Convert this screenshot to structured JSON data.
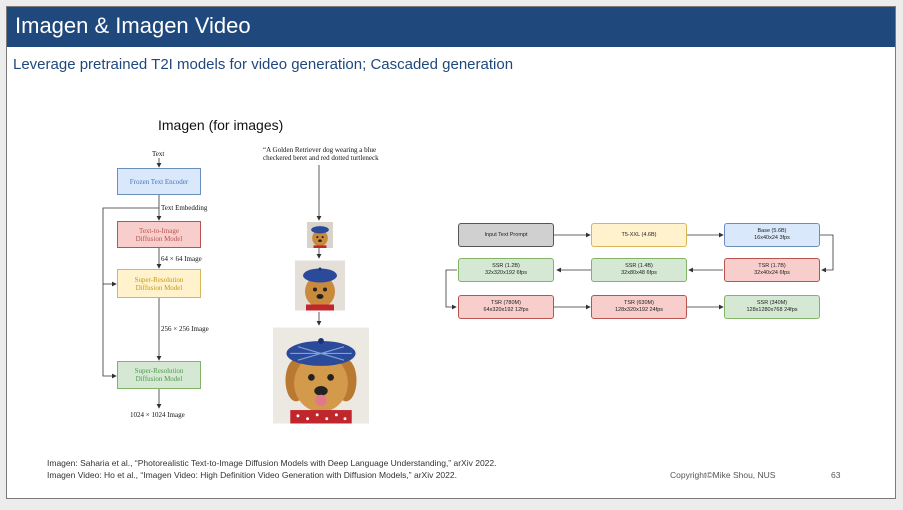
{
  "slide": {
    "title": "Imagen & Imagen Video",
    "subtitle": "Leverage pretrained T2I models for video generation; Cascaded generation"
  },
  "imagen_diagram": {
    "heading": "Imagen (for images)",
    "input_label": "Text",
    "encoder": "Frozen Text Encoder",
    "embedding_label": "Text Embedding",
    "t2i_line1": "Text-to-Image",
    "t2i_line2": "Diffusion Model",
    "image64_label": "64 × 64 Image",
    "sr1_line1": "Super-Resolution",
    "sr1_line2": "Diffusion Model",
    "image256_label": "256 × 256 Image",
    "sr2_line1": "Super-Resolution",
    "sr2_line2": "Diffusion Model",
    "image1024_label": "1024 × 1024 Image",
    "prompt_line1": "“A Golden Retriever dog wearing a blue",
    "prompt_line2": "checkered beret and red dotted turtleneck"
  },
  "video_pipeline": {
    "input": "Input Text Prompt",
    "t5": "T5-XXL (4.6B)",
    "base_name": "Base (5.6B)",
    "base_spec": "16x40x24 3fps",
    "tsr1_name": "TSR (1.7B)",
    "tsr1_spec": "32x40x24 6fps",
    "ssr1_name": "SSR (1.4B)",
    "ssr1_spec": "32x80x48 6fps",
    "ssr2_name": "SSR (1.2B)",
    "ssr2_spec": "32x320x192 6fps",
    "tsr2_name": "TSR (780M)",
    "tsr2_spec": "64x320x192 12fps",
    "tsr3_name": "TSR (630M)",
    "tsr3_spec": "128x320x192 24fps",
    "ssr3_name": "SSR (340M)",
    "ssr3_spec": "128x1280x768 24fps"
  },
  "colors": {
    "title_bar": "#1f497d",
    "blue_fill": "#dae8fc",
    "blue_border": "#6c8ebf",
    "red_fill": "#f8cecc",
    "red_border": "#b85450",
    "yellow_fill": "#fff2cc",
    "yellow_border": "#d6b656",
    "green_fill": "#d5e8d4",
    "green_border": "#82b366",
    "gray_fill": "#d0d0d0",
    "gray_border": "#555555"
  },
  "footer": {
    "ref1": "Imagen: Saharia et al., “Photorealistic Text-to-Image Diffusion Models with Deep Language Understanding,” arXiv 2022.",
    "ref2": "Imagen Video: Ho et al., “Imagen Video: High Definition Video Generation with Diffusion Models,” arXiv 2022.",
    "copyright": "Copyright©Mike Shou, NUS",
    "page_number": "63"
  }
}
